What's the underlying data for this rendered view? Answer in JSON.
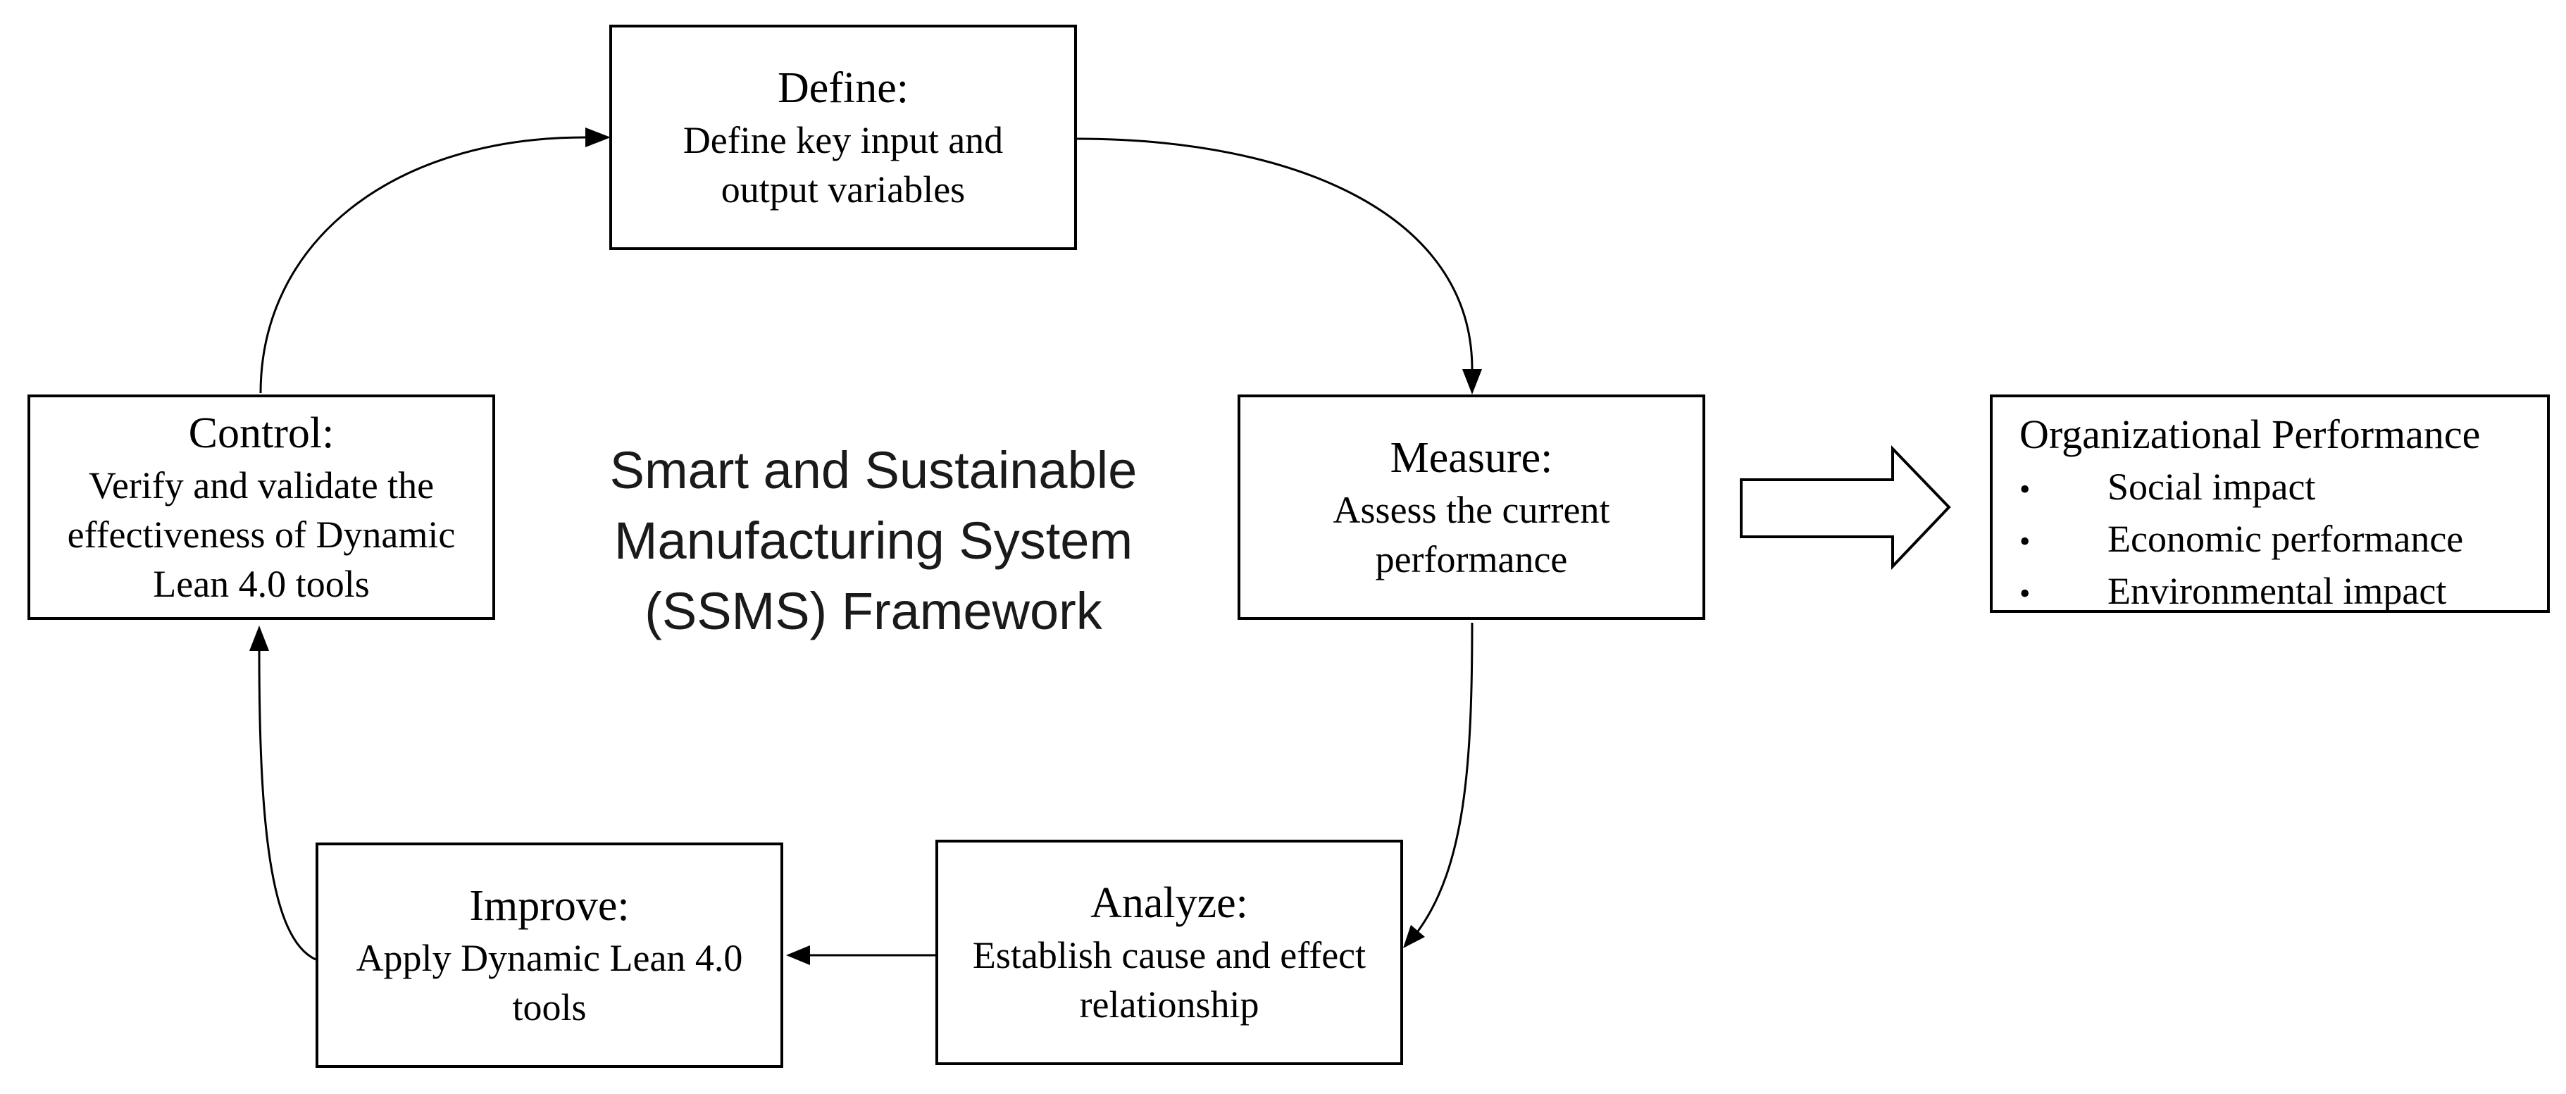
{
  "figure": {
    "background": "#ffffff",
    "ink": "#000000",
    "center_title": {
      "text": "Smart and Sustainable Manufacturing System (SSMS) Framework",
      "lines": [
        "Smart and Sustainable",
        "Manufacturing System",
        "(SSMS) Framework"
      ]
    },
    "nodes": {
      "define": {
        "title": "Define:",
        "description": "Define key input and output variables",
        "lines": [
          "Define key input and",
          "output variables"
        ]
      },
      "measure": {
        "title": "Measure:",
        "description": "Assess the current performance",
        "lines": [
          "Assess the current",
          "performance"
        ]
      },
      "analyze": {
        "title": "Analyze:",
        "description": "Establish cause and effect relationship",
        "lines": [
          "Establish cause and effect",
          "relationship"
        ]
      },
      "improve": {
        "title": "Improve:",
        "description": "Apply Dynamic Lean 4.0 tools",
        "lines": [
          "Apply Dynamic Lean 4.0",
          "tools"
        ]
      },
      "control": {
        "title": "Control:",
        "description": "Verify and validate the effectiveness of Dynamic Lean 4.0 tools",
        "lines": [
          "Verify and validate the",
          "effectiveness of Dynamic",
          "Lean 4.0 tools"
        ]
      }
    },
    "output_box": {
      "title": "Organizational Performance",
      "bullet_char": "•",
      "bullets": [
        "Social impact",
        "Economic performance",
        "Environmental impact"
      ]
    }
  }
}
